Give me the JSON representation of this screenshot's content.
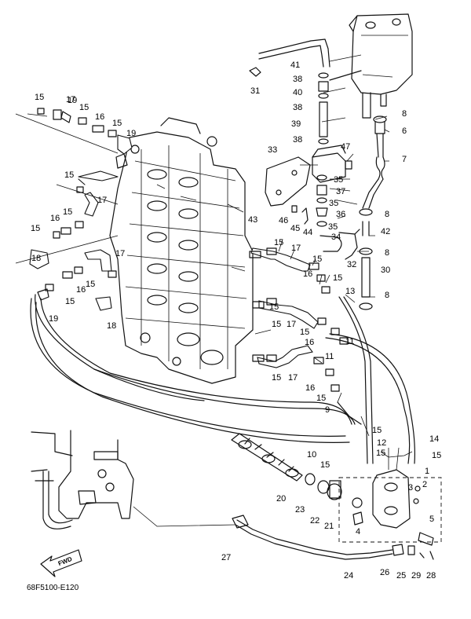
{
  "diagram_code": "68F5100-E120",
  "fwd_label": "FWD",
  "callouts": [
    {
      "n": "1"
    },
    {
      "n": "2"
    },
    {
      "n": "3"
    },
    {
      "n": "4"
    },
    {
      "n": "5"
    },
    {
      "n": "6"
    },
    {
      "n": "7"
    },
    {
      "n": "8"
    },
    {
      "n": "8"
    },
    {
      "n": "8"
    },
    {
      "n": "8"
    },
    {
      "n": "9"
    },
    {
      "n": "10"
    },
    {
      "n": "11"
    },
    {
      "n": "12"
    },
    {
      "n": "13"
    },
    {
      "n": "14"
    },
    {
      "n": "15"
    },
    {
      "n": "15"
    },
    {
      "n": "15"
    },
    {
      "n": "15"
    },
    {
      "n": "15"
    },
    {
      "n": "15"
    },
    {
      "n": "15"
    },
    {
      "n": "15"
    },
    {
      "n": "15"
    },
    {
      "n": "15"
    },
    {
      "n": "15"
    },
    {
      "n": "15"
    },
    {
      "n": "15"
    },
    {
      "n": "15"
    },
    {
      "n": "15"
    },
    {
      "n": "15"
    },
    {
      "n": "15"
    },
    {
      "n": "15"
    },
    {
      "n": "15"
    },
    {
      "n": "16"
    },
    {
      "n": "16"
    },
    {
      "n": "16"
    },
    {
      "n": "16"
    },
    {
      "n": "16"
    },
    {
      "n": "16"
    },
    {
      "n": "17"
    },
    {
      "n": "17"
    },
    {
      "n": "17"
    },
    {
      "n": "17"
    },
    {
      "n": "17"
    },
    {
      "n": "17"
    },
    {
      "n": "18"
    },
    {
      "n": "18"
    },
    {
      "n": "19"
    },
    {
      "n": "19"
    },
    {
      "n": "19"
    },
    {
      "n": "20"
    },
    {
      "n": "21"
    },
    {
      "n": "22"
    },
    {
      "n": "23"
    },
    {
      "n": "24"
    },
    {
      "n": "25"
    },
    {
      "n": "26"
    },
    {
      "n": "27"
    },
    {
      "n": "28"
    },
    {
      "n": "29"
    },
    {
      "n": "30"
    },
    {
      "n": "31"
    },
    {
      "n": "32"
    },
    {
      "n": "33"
    },
    {
      "n": "34"
    },
    {
      "n": "35"
    },
    {
      "n": "35"
    },
    {
      "n": "35"
    },
    {
      "n": "36"
    },
    {
      "n": "37"
    },
    {
      "n": "38"
    },
    {
      "n": "38"
    },
    {
      "n": "38"
    },
    {
      "n": "39"
    },
    {
      "n": "40"
    },
    {
      "n": "41"
    },
    {
      "n": "42"
    },
    {
      "n": "43"
    },
    {
      "n": "44"
    },
    {
      "n": "45"
    },
    {
      "n": "46"
    },
    {
      "n": "47"
    },
    {
      "n": "11"
    },
    {
      "n": "15"
    },
    {
      "n": "15"
    }
  ]
}
